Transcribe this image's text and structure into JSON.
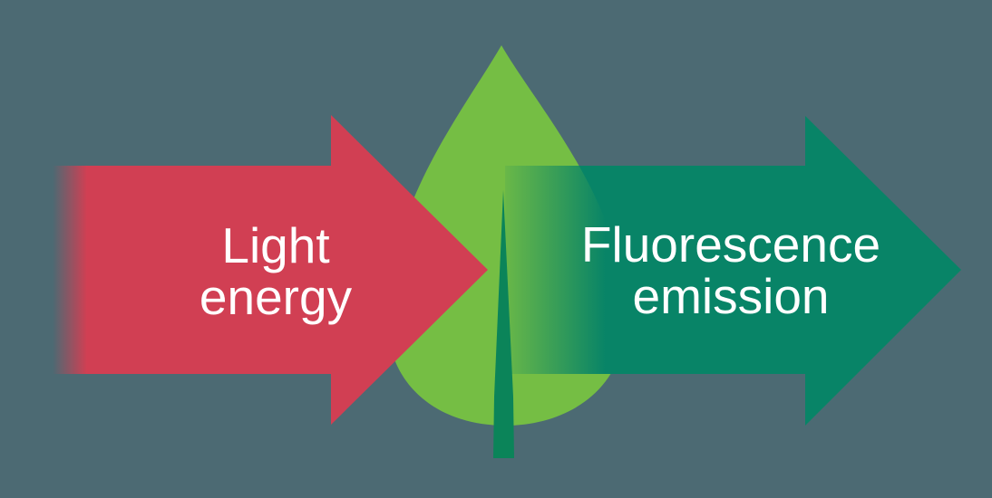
{
  "diagram": {
    "background_color": "#4C6A73",
    "left_arrow": {
      "label_line1": "Light",
      "label_line2": "energy",
      "fill_color": "#D13F53",
      "text_color": "#FFFFFF"
    },
    "leaf": {
      "blade_color": "#75BE44",
      "stem_color": "#0B8459"
    },
    "right_arrow": {
      "label_line1": "Fluorescence",
      "label_line2": "emission",
      "fill_color": "#088467",
      "text_color": "#FFFFFF"
    }
  }
}
